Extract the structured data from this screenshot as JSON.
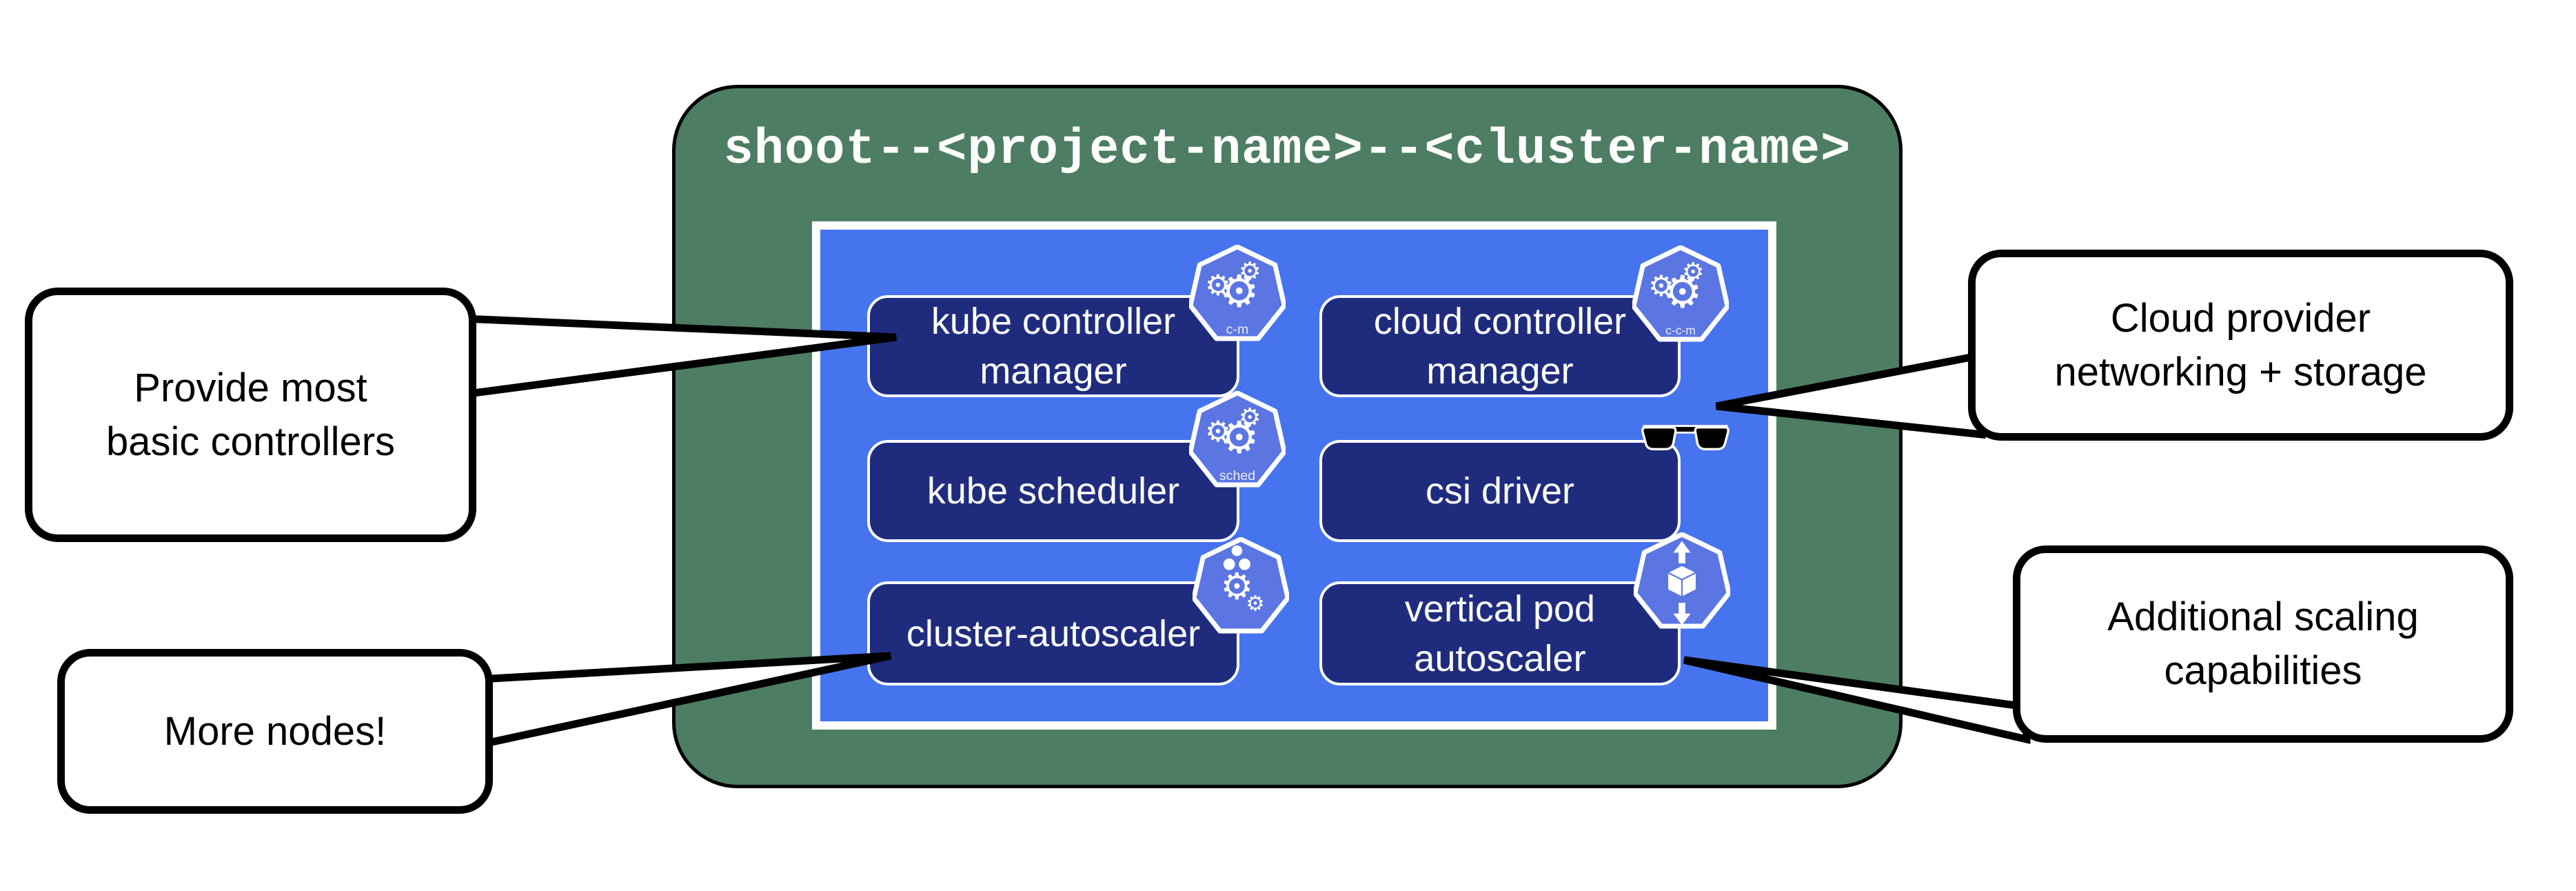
{
  "diagram": {
    "title": "shoot--<project-name>--<cluster-name>",
    "colors": {
      "container_green": "#4d7d62",
      "panel_blue": "#4674ee",
      "node_navy": "#1f2c7e",
      "icon_blue": "#5b75e2",
      "callout_bg": "#ffffff",
      "outline_black": "#000000",
      "text_white": "#ffffff"
    },
    "nodes": [
      {
        "id": "kube-controller-manager",
        "line1": "kube controller",
        "line2": "manager",
        "icon": "kubernetes-controller-manager-icon",
        "icon_label": "c-m"
      },
      {
        "id": "cloud-controller-manager",
        "line1": "cloud controller",
        "line2": "manager",
        "icon": "kubernetes-cloud-controller-manager-icon",
        "icon_label": "c-c-m"
      },
      {
        "id": "kube-scheduler",
        "line1": "kube scheduler",
        "icon": "kubernetes-scheduler-icon",
        "icon_label": "sched"
      },
      {
        "id": "csi-driver",
        "line1": "csi driver",
        "icon": "sunglasses-icon",
        "icon_label": ""
      },
      {
        "id": "cluster-autoscaler",
        "line1": "cluster-autoscaler",
        "icon": "cluster-autoscaler-icon",
        "icon_label": ""
      },
      {
        "id": "vertical-pod-autoscaler",
        "line1": "vertical pod",
        "line2": "autoscaler",
        "icon": "vertical-pod-autoscaler-icon",
        "icon_label": ""
      }
    ],
    "callouts": [
      {
        "id": "provide-basic-controllers",
        "line1": "Provide most",
        "line2": "basic controllers",
        "points_to": "kube-controller-manager"
      },
      {
        "id": "more-nodes",
        "line1": "More nodes!",
        "points_to": "cluster-autoscaler"
      },
      {
        "id": "cloud-provider-networking-storage",
        "line1": "Cloud provider",
        "line2": "networking + storage",
        "points_to": "cloud-controller-manager"
      },
      {
        "id": "additional-scaling-capabilities",
        "line1": "Additional scaling",
        "line2": "capabilities",
        "points_to": "vertical-pod-autoscaler"
      }
    ]
  }
}
